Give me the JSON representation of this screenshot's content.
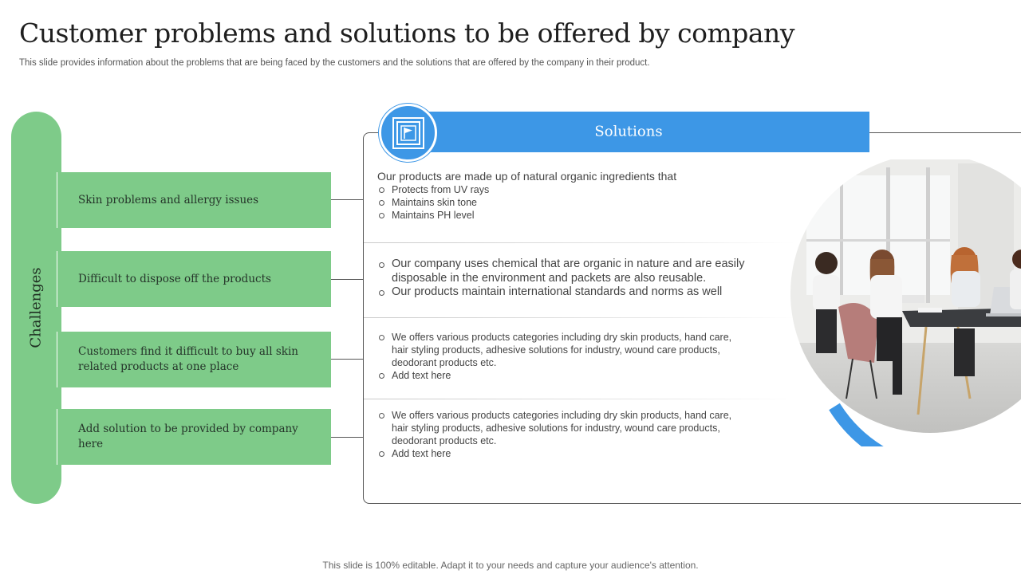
{
  "slide": {
    "title": "Customer problems and solutions to be offered by company",
    "subtitle": "This slide provides information about the problems that are being faced by the customers and the solutions that are offered by the company in their product.",
    "footer": "This slide is 100% editable. Adapt it to your needs and capture your audience's attention."
  },
  "challenges": {
    "label": "Challenges",
    "items": [
      {
        "text": "Skin problems and allergy issues"
      },
      {
        "text": "Difficult to dispose off the products"
      },
      {
        "text": "Customers find it difficult to buy all skin related products at one place"
      },
      {
        "text": "Add solution to be provided by company here"
      }
    ]
  },
  "solutions": {
    "title": "Solutions",
    "icon": "flag-icon",
    "blocks": [
      {
        "lead": "Our products are made up of natural organic ingredients that",
        "bullets": [
          "Protects from UV rays",
          "Maintains skin tone",
          "Maintains PH level"
        ]
      },
      {
        "lead": "",
        "bullets": [
          "Our company uses chemical that are organic in nature and are easily disposable in the environment and packets are also reusable.",
          "Our products maintain international standards and norms as well"
        ]
      },
      {
        "lead": "",
        "bullets": [
          "We offers various  products categories including dry skin products, hand care, hair styling products, adhesive  solutions for industry, wound care products, deodorant  products etc.",
          "Add text here"
        ]
      },
      {
        "lead": "",
        "bullets": [
          "We offers various  products categories including dry skin products, hand care, hair styling products, adhesive  solutions for industry, wound care products, deodorant  products etc.",
          "Add text here"
        ]
      }
    ]
  },
  "colors": {
    "green": "#7ecb89",
    "blue": "#3d97e6"
  }
}
